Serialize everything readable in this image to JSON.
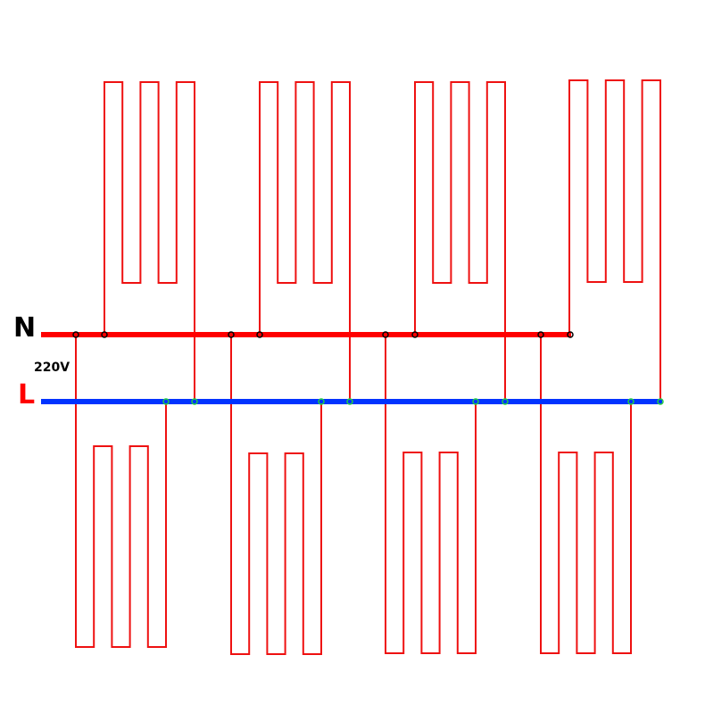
{
  "labels": {
    "neutral": "N",
    "live": "L",
    "voltage": "220V"
  },
  "colors": {
    "neutral_bus": "#ff0000",
    "live_bus": "#0033ff",
    "heater_wire": "#ee1111",
    "neutral_junction": "#000000",
    "live_junction": "#22cc44",
    "live_label": "#ff0000"
  },
  "heater_count": {
    "upper": 4,
    "lower": 4
  }
}
